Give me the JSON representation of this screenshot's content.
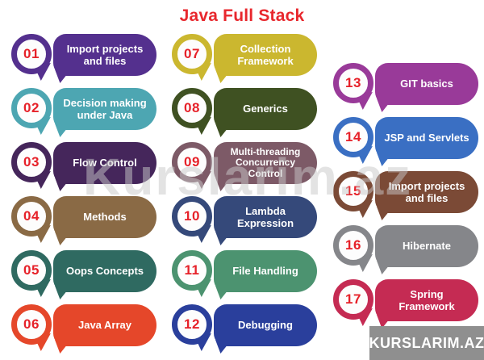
{
  "title": "Java Full Stack",
  "title_color": "#e8272d",
  "number_color": "#e62129",
  "watermark_text": "Kurslarim.az",
  "banner": {
    "label": "KURSLARIM.AZ",
    "bg": "#8f8f8f"
  },
  "columns": [
    {
      "items": [
        {
          "num": "01",
          "label": "Import projects\nand files",
          "color": "#54308e"
        },
        {
          "num": "02",
          "label": "Decision making\nunder Java",
          "color": "#4da6b2"
        },
        {
          "num": "03",
          "label": "Flow Control",
          "color": "#45265b"
        },
        {
          "num": "04",
          "label": "Methods",
          "color": "#8a6a45"
        },
        {
          "num": "05",
          "label": "Oops Concepts",
          "color": "#2f6a61"
        },
        {
          "num": "06",
          "label": "Java Array",
          "color": "#e5472a"
        }
      ]
    },
    {
      "items": [
        {
          "num": "07",
          "label": "Collection\nFramework",
          "color": "#cbb72f"
        },
        {
          "num": "08",
          "label": "Generics",
          "color": "#3f5122"
        },
        {
          "num": "09",
          "label": "Multi-threading\nConcurrency\nControl",
          "color": "#7d5a67"
        },
        {
          "num": "10",
          "label": "Lambda\nExpression",
          "color": "#35497a"
        },
        {
          "num": "11",
          "label": "File Handling",
          "color": "#4c9370"
        },
        {
          "num": "12",
          "label": "Debugging",
          "color": "#2a3f9c"
        }
      ]
    },
    {
      "items": [
        {
          "num": "13",
          "label": "GIT basics",
          "color": "#993a99"
        },
        {
          "num": "14",
          "label": "JSP and Servlets",
          "color": "#3a6fc3"
        },
        {
          "num": "15",
          "label": "Import projects\nand files",
          "color": "#7b4a36"
        },
        {
          "num": "16",
          "label": "Hibernate",
          "color": "#85868a"
        },
        {
          "num": "17",
          "label": "Spring\nFramework",
          "color": "#c52b53"
        }
      ]
    }
  ]
}
